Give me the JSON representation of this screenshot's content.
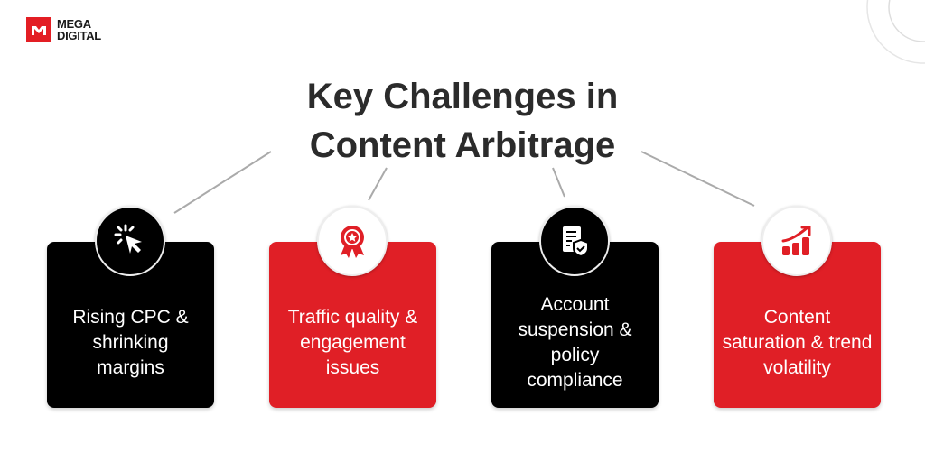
{
  "brand": {
    "line1": "MEGA",
    "line2": "DIGITAL"
  },
  "title": {
    "line1": "Key Challenges in",
    "line2": "Content Arbitrage"
  },
  "cards": [
    {
      "label": "Rising CPC & shrinking margins",
      "icon": "cursor-click-icon"
    },
    {
      "label": "Traffic quality & engagement issues",
      "icon": "award-ribbon-icon"
    },
    {
      "label": "Account suspension & policy compliance",
      "icon": "document-shield-icon"
    },
    {
      "label": "Content saturation & trend volatility",
      "icon": "growth-chart-icon"
    }
  ],
  "colors": {
    "red": "#e01f26",
    "dark": "#000000"
  }
}
